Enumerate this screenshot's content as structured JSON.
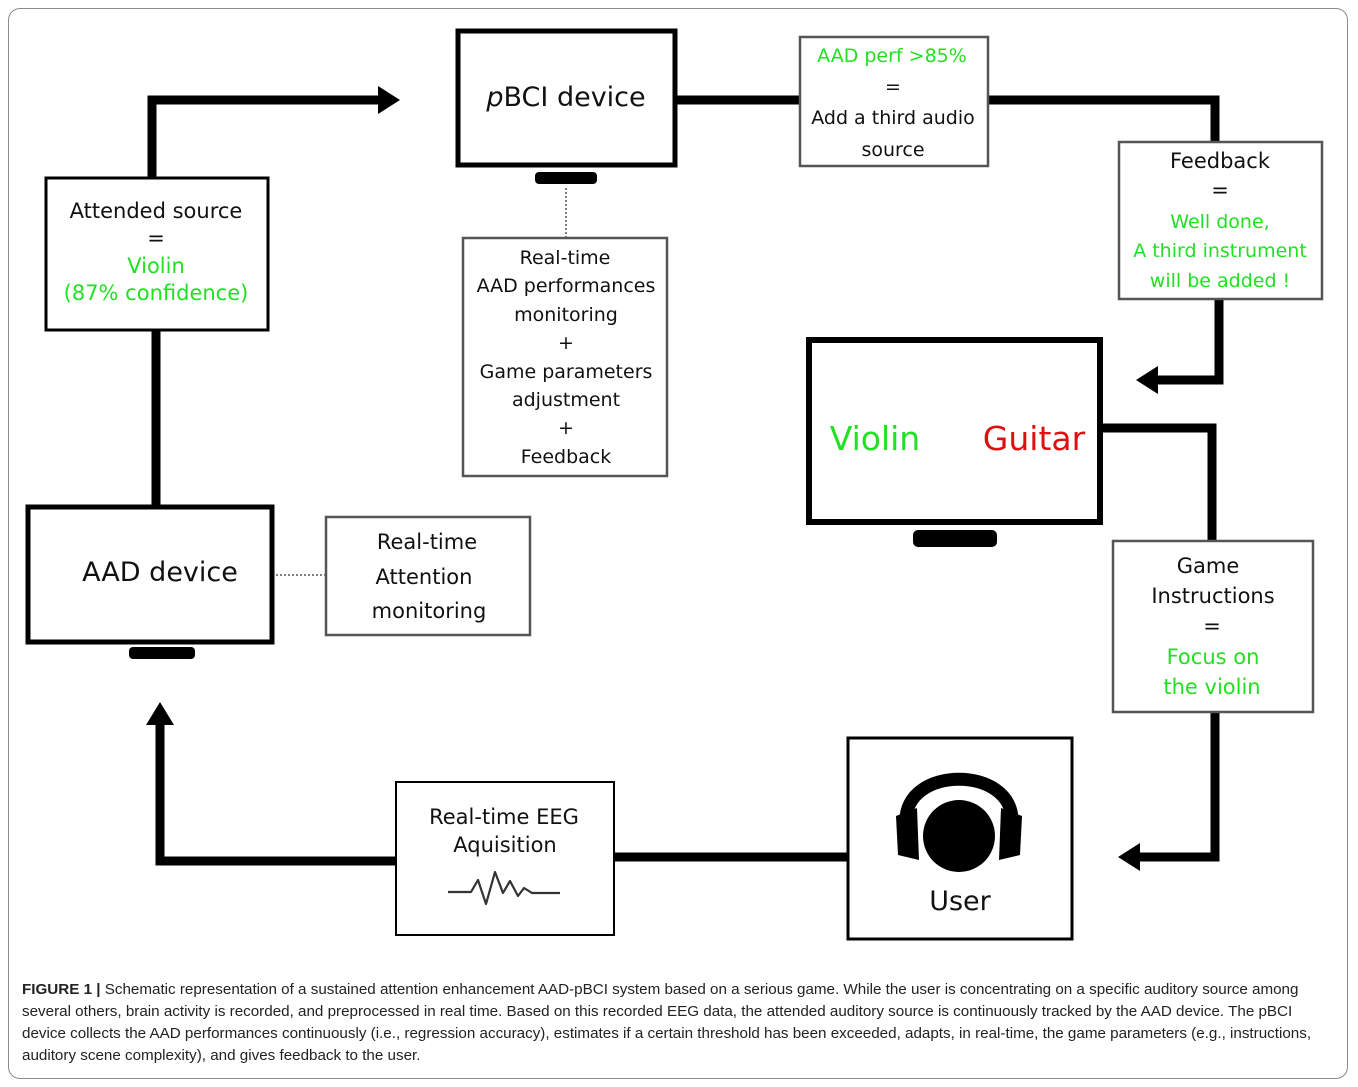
{
  "colors": {
    "accent_green": "#22e022",
    "accent_red": "#e01010",
    "line": "#000000",
    "box_border": "#555555"
  },
  "pbci": {
    "prefix": "p",
    "rest": "BCI device"
  },
  "aad_device": "AAD device",
  "attended": {
    "title": "Attended source",
    "eq": "=",
    "l1": "Violin",
    "l2": "(87% confidence)"
  },
  "threshold": {
    "l1": "AAD perf >85%",
    "eq": "=",
    "l2": "Add a third audio",
    "l3": "source"
  },
  "feedback": {
    "title": "Feedback",
    "eq": "=",
    "l1": "Well done,",
    "l2": "A third instrument",
    "l3": "will be added !"
  },
  "monitor_box": {
    "l1": "Real-time",
    "l2": "AAD performances",
    "l3": "monitoring",
    "plus1": "+",
    "l4": "Game parameters",
    "l5": "adjustment",
    "plus2": "+",
    "l6": "Feedback"
  },
  "attention_box": {
    "l1": "Real-time",
    "l2": "Attention",
    "l3": "monitoring"
  },
  "game_screen": {
    "left": "Violin",
    "right": "Guitar"
  },
  "instructions": {
    "l1": "Game",
    "l2": "Instructions",
    "eq": "=",
    "l3": "Focus on",
    "l4": "the violin"
  },
  "eeg": {
    "l1": "Real-time EEG",
    "l2": "Aquisition"
  },
  "user": {
    "label": "User",
    "icon": "headphones-user-icon"
  },
  "caption": {
    "label": "FIGURE 1 |",
    "text": " Schematic representation of a sustained attention enhancement AAD-pBCI system based on a serious game. While the user is concentrating on a specific auditory source among several others, brain activity is recorded, and preprocessed in real time. Based on this recorded EEG data, the attended auditory source is continuously tracked by the AAD device. The pBCI device collects the AAD performances continuously (i.e., regression accuracy), estimates if a certain threshold has been exceeded, adapts, in real-time, the game parameters (e.g., instructions, auditory scene complexity), and gives feedback to the user."
  }
}
